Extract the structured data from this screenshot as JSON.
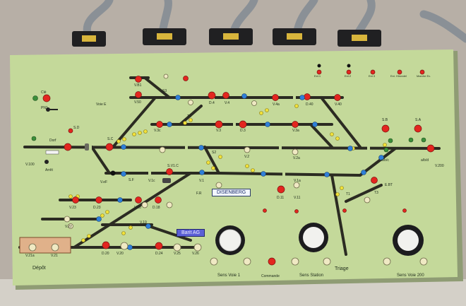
{
  "connectors": [
    "",
    "",
    "",
    ""
  ],
  "top_labels": [
    "Ext.1",
    "Ext.2",
    "Ext.3",
    "Ext. Hirondel",
    "Marche Ev."
  ],
  "labels": {
    "gauche": [
      "Clé",
      "PN1",
      "Dorf",
      "S.D",
      "V.100",
      "Arrêt",
      "Voie E",
      "S.C",
      "V.eF",
      "S.F"
    ],
    "voies_haut": [
      "V.B1",
      "V.50",
      "S3",
      "D.4",
      "V.4",
      "V.4a",
      "D.40",
      "V.40"
    ],
    "voies_milieu": [
      "V.3c",
      "V.3",
      "D.3",
      "V.3a",
      "T1",
      "S2",
      "V.2",
      "V.2a",
      "V.1c",
      "S.V1.C",
      "V.1",
      "V.1a",
      "D.11",
      "V.11"
    ],
    "droite": [
      "S.B",
      "S.A",
      "V.200",
      "a/b/c",
      "a/b/d",
      "T3",
      "E.BT",
      "T1"
    ],
    "depot": [
      "V.23",
      "D.23",
      "V.18",
      "D.18",
      "V.22",
      "V.19",
      "V.21a",
      "V.21",
      "D.20",
      "V.20",
      "D.24",
      "V.25",
      "V.26",
      "F.R"
    ],
    "stations": [
      "DISENBERG",
      "Barit AG"
    ],
    "sections": [
      "Dépôt",
      "Triage"
    ],
    "boutons": [
      "Sens Voie 1",
      "Commande",
      "Sens Station",
      "Sens Voie 200"
    ]
  },
  "colors": {
    "board": "#c4d99a",
    "track": "#2b2b22",
    "led_red": "#e3261f",
    "led_yellow": "#f1e23a",
    "led_blue": "#2f7fd8"
  }
}
